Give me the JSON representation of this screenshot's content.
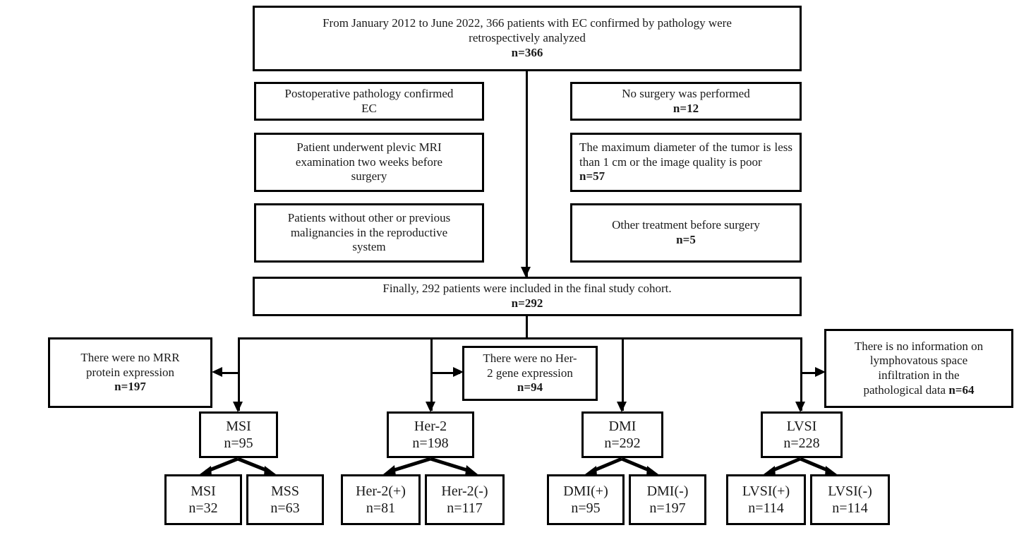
{
  "diagram": {
    "title": "Patient selection flowchart",
    "colors": {
      "stroke": "#000000",
      "background": "#ffffff",
      "text": "#1a1a1a"
    },
    "top_box": {
      "line1": "From January 2012 to June 2022, 366 patients with EC confirmed by pathology were",
      "line2": "retrospectively analyzed",
      "count": "n=366"
    },
    "inclusion": [
      {
        "id": "postop-pathology",
        "line1": "Postoperative pathology confirmed",
        "line2": "EC",
        "line3": ""
      },
      {
        "id": "pelvic-mri",
        "line1": "Patient underwent plevic MRI",
        "line2": "examination two weeks before",
        "line3": "surgery"
      },
      {
        "id": "no-other-malignancy",
        "line1": "Patients without other or previous",
        "line2": "malignancies in the reproductive",
        "line3": "system"
      }
    ],
    "exclusion": [
      {
        "id": "no-surgery",
        "text": "No surgery was performed",
        "count": "n=12",
        "justified": false
      },
      {
        "id": "tumor-size-or-quality",
        "text": "The maximum diameter of the tumor is less than 1 cm or the image quality is poor ",
        "count": "n=57",
        "justified": true
      },
      {
        "id": "other-treatment",
        "text": "Other treatment before surgery",
        "count": "n=5",
        "justified": false
      }
    ],
    "final_box": {
      "line1": "Finally, 292 patients were included in the final study cohort.",
      "count": "n=292"
    },
    "missing_data": [
      {
        "id": "no-mrr",
        "line1": "There were no MRR",
        "line2": "protein expression",
        "line3": "",
        "line4": "",
        "count": "n=197",
        "inline_count": false
      },
      {
        "id": "no-her2",
        "line1": "There were no Her-",
        "line2": "2 gene expression",
        "line3": "",
        "line4": "",
        "count": "n=94",
        "inline_count": false
      },
      {
        "id": "no-lvsi-info",
        "line1": "There is no information on",
        "line2": "lymphovatous space",
        "line3": "infiltration in the",
        "line4": "pathological data ",
        "count": "n=64",
        "inline_count": true
      }
    ],
    "cohorts": [
      {
        "id": "msi",
        "label": "MSI",
        "count": "n=95"
      },
      {
        "id": "her2",
        "label": "Her-2",
        "count": "n=198"
      },
      {
        "id": "dmi",
        "label": "DMI",
        "count": "n=292"
      },
      {
        "id": "lvsi",
        "label": "LVSI",
        "count": "n=228"
      }
    ],
    "subgroups": [
      {
        "id": "msi-pos",
        "label": "MSI",
        "count": "n=32"
      },
      {
        "id": "mss",
        "label": "MSS",
        "count": "n=63"
      },
      {
        "id": "her2-pos",
        "label": "Her-2(+)",
        "count": "n=81"
      },
      {
        "id": "her2-neg",
        "label": "Her-2(-)",
        "count": "n=117"
      },
      {
        "id": "dmi-pos",
        "label": "DMI(+)",
        "count": "n=95"
      },
      {
        "id": "dmi-neg",
        "label": "DMI(-)",
        "count": "n=197"
      },
      {
        "id": "lvsi-pos",
        "label": "LVSI(+)",
        "count": "n=114"
      },
      {
        "id": "lvsi-neg",
        "label": "LVSI(-)",
        "count": "n=114"
      }
    ]
  }
}
